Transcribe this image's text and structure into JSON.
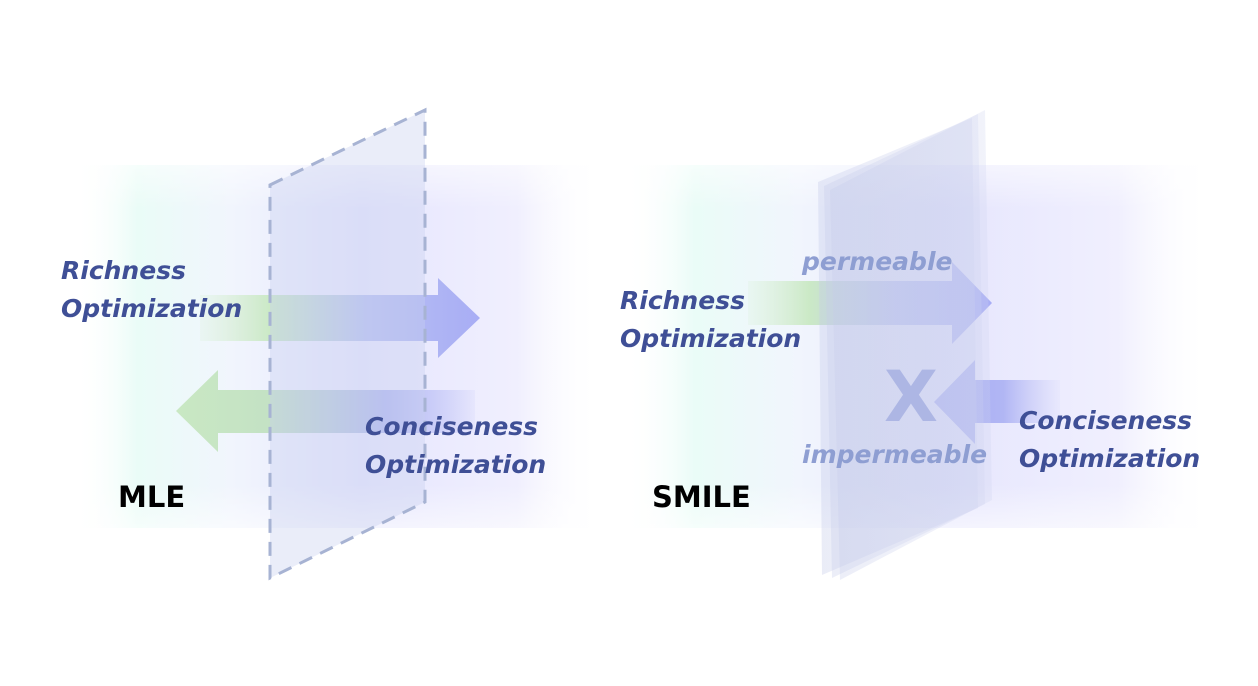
{
  "panels": {
    "mle": {
      "method_label": "MLE",
      "richness_line1": "Richness",
      "richness_line2": "Optimization",
      "conciseness_line1": "Conciseness",
      "conciseness_line2": "Optimization"
    },
    "smile": {
      "method_label": "SMILE",
      "richness_line1": "Richness",
      "richness_line2": "Optimization",
      "conciseness_line1": "Conciseness",
      "conciseness_line2": "Optimization",
      "permeable_label": "permeable",
      "impermeable_label": "impermeable",
      "blocked_mark": "X"
    }
  },
  "colors": {
    "label_text": "#3f4f96",
    "tag_text": "#8e9ed2",
    "arrow_green": "#c8e8c3",
    "arrow_purple": "#a9aef5",
    "band_cyan": "#e9fbf8",
    "band_lavender": "#e6e6fd",
    "membrane": "#c7cdec",
    "dash_outline": "#a7b3d3",
    "method_text": "#000000"
  }
}
